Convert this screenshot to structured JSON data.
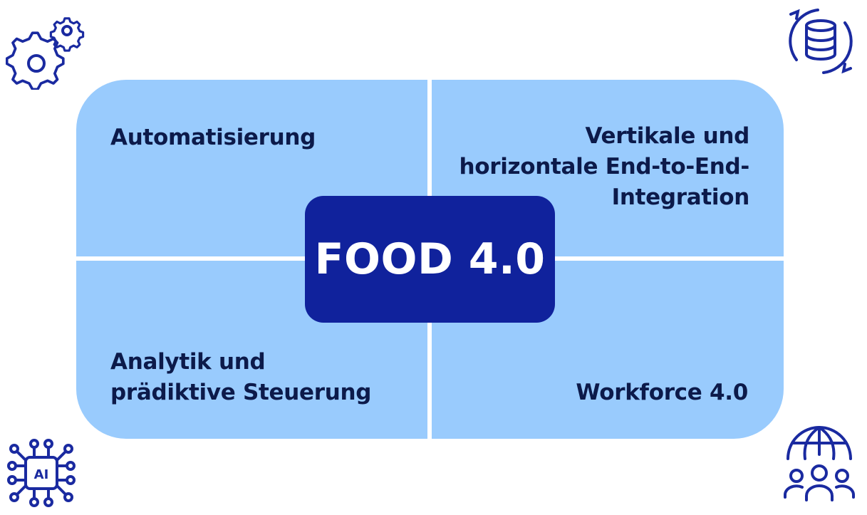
{
  "center": {
    "title": "FOOD 4.0"
  },
  "quadrants": {
    "top_left": {
      "label": "Automatisierung"
    },
    "top_right": {
      "label_lines": [
        "Vertikale und",
        "horizontale End-to-End-",
        "Integration"
      ]
    },
    "bottom_left": {
      "label_lines": [
        "Analytik und",
        "prädiktive Steuerung"
      ]
    },
    "bottom_right": {
      "label": "Workforce 4.0"
    }
  },
  "icons": {
    "top_left": "gears-icon",
    "top_right": "database-sync-icon",
    "bottom_left": "ai-chip-icon",
    "bottom_right": "global-team-icon"
  },
  "icons_ai_text": "AI",
  "colors": {
    "quadrant": "#99cbfd",
    "center": "#10229c",
    "text": "#0c1a4a",
    "icon": "#1a2aa0"
  }
}
